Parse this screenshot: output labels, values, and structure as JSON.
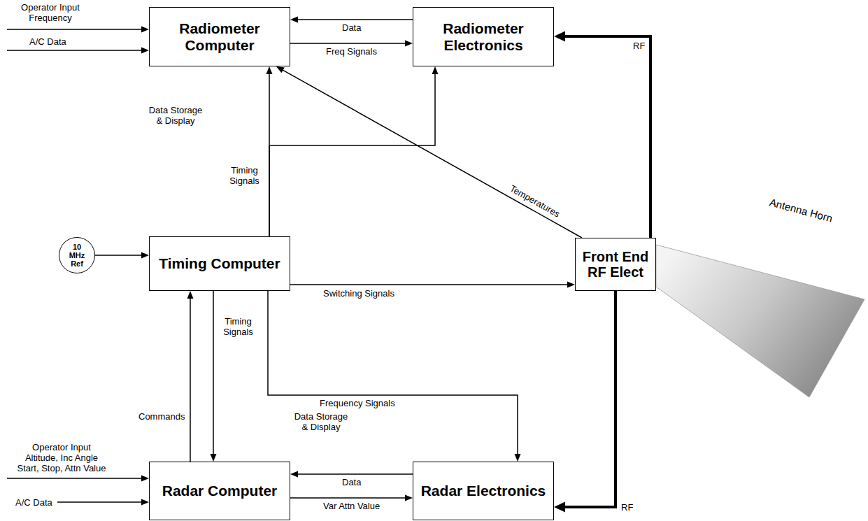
{
  "diagram": {
    "nodes": [
      {
        "text": [
          "Radiometer Computer"
        ]
      },
      {
        "text": [
          "Radiometer Electronics"
        ]
      },
      {
        "text": [
          "Timing Computer"
        ]
      },
      {
        "text": [
          "10 MHz Ref"
        ]
      },
      {
        "text": [
          "Front End RF Elect"
        ]
      },
      {
        "text": [
          "Radar Computer"
        ]
      },
      {
        "text": [
          "Radar Electronics"
        ]
      }
    ],
    "edges": [
      {
        "from": 1,
        "to": 0,
        "arrow": "to",
        "label": "Data"
      },
      {
        "from": 0,
        "to": 1,
        "arrow": "to",
        "label": "Freq Signals"
      },
      {
        "from": 2,
        "to": 0,
        "arrow": "to",
        "label": "Timing Signals"
      },
      {
        "from": 2,
        "to": 1,
        "arrow": "to"
      },
      {
        "from": 4,
        "to": 0,
        "arrow": "to",
        "label": "Temperatures"
      },
      {
        "from": 4,
        "to": 1,
        "arrow": "to",
        "label": "RF"
      },
      {
        "from": 3,
        "to": 2,
        "arrow": "to"
      },
      {
        "from": 2,
        "to": 4,
        "arrow": "to",
        "label": "Switching Signals"
      },
      {
        "from": 2,
        "to": 5,
        "arrow": "to",
        "label": "Timing Signals"
      },
      {
        "from": 5,
        "to": 2,
        "arrow": "to",
        "label": "Commands"
      },
      {
        "from": 2,
        "to": 6,
        "arrow": "to",
        "label": "Frequency Signals"
      },
      {
        "from": 6,
        "to": 5,
        "arrow": "to",
        "label": "Data"
      },
      {
        "from": 5,
        "to": 6,
        "arrow": "to",
        "label": "Var Attn Value"
      },
      {
        "from": 4,
        "to": 6,
        "arrow": "to",
        "label": "RF"
      }
    ],
    "labels": [
      "Operator Input Frequency",
      "A/C Data",
      "Data Storage & Display",
      "Data Storage & Display",
      "Operator Input Altitude, Inc Angle Start, Stop, Attn Value",
      "A/C Data",
      "Antenna Horn"
    ]
  }
}
